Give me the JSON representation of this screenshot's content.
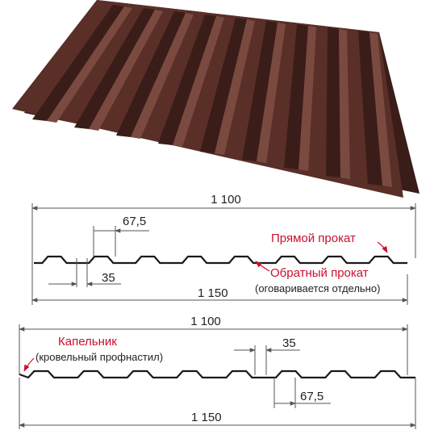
{
  "colors": {
    "sheet_top": "#5a2f28",
    "sheet_dark": "#3a1d18",
    "sheet_light": "#7a4a40",
    "profile_line": "#1a1a1a",
    "dimension_line": "#555555",
    "label_red": "#c8102e",
    "text_dark": "#222222"
  },
  "product_image": {
    "icon": "corrugated-roof-sheet-brown"
  },
  "profile_top": {
    "overall_width": "1 100",
    "full_width": "1 150",
    "rib_width": "67,5",
    "rib_height": "35",
    "front_label": "Прямой прокат",
    "reverse_label": "Обратный прокат",
    "reverse_note": "(оговаривается отдельно)"
  },
  "profile_bottom": {
    "overall_width": "1 100",
    "full_width": "1 150",
    "rib_height": "35",
    "rib_width": "67,5",
    "drip_label": "Капельник",
    "drip_note": "(кровельный профнастил)"
  }
}
